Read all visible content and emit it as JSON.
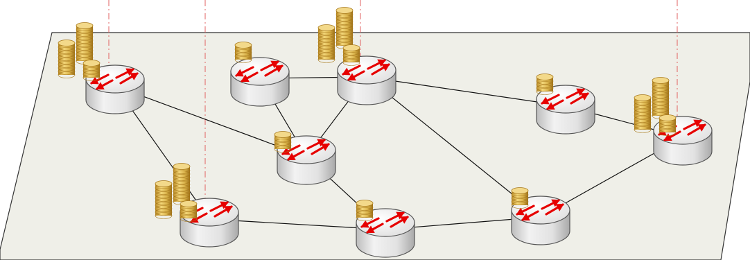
{
  "diagram": {
    "colors": {
      "background": "#ffffff",
      "plane_fill": "#efefe8",
      "plane_stroke": "#333333",
      "link": "#111111",
      "dashdot": "#e06060",
      "router_top": "#f4f4f4",
      "router_side": "#d8d8d8",
      "router_stroke": "#555555",
      "arrow": "#e60000",
      "coin": "#d9b24a",
      "coin_edge": "#a8791c"
    },
    "icons": {
      "router": "router-icon",
      "coin_stack": "coin-stack-icon"
    },
    "nodes": [
      {
        "id": "r1",
        "coins": "large"
      },
      {
        "id": "r2",
        "coins": "small"
      },
      {
        "id": "r3",
        "coins": "large"
      },
      {
        "id": "r4",
        "coins": "small"
      },
      {
        "id": "r5",
        "coins": "large"
      },
      {
        "id": "r6",
        "coins": "small"
      },
      {
        "id": "r7",
        "coins": "large"
      },
      {
        "id": "r8",
        "coins": "small"
      },
      {
        "id": "r9",
        "coins": "small"
      }
    ],
    "links": [
      [
        "r1",
        "r6"
      ],
      [
        "r1",
        "r7"
      ],
      [
        "r2",
        "r3"
      ],
      [
        "r2",
        "r6"
      ],
      [
        "r3",
        "r6"
      ],
      [
        "r3",
        "r4"
      ],
      [
        "r3",
        "r9"
      ],
      [
        "r4",
        "r5"
      ],
      [
        "r5",
        "r9"
      ],
      [
        "r6",
        "r8"
      ],
      [
        "r7",
        "r8"
      ],
      [
        "r8",
        "r9"
      ]
    ],
    "vertical_guides": [
      "r1",
      "r7",
      "r3",
      "r5"
    ]
  }
}
